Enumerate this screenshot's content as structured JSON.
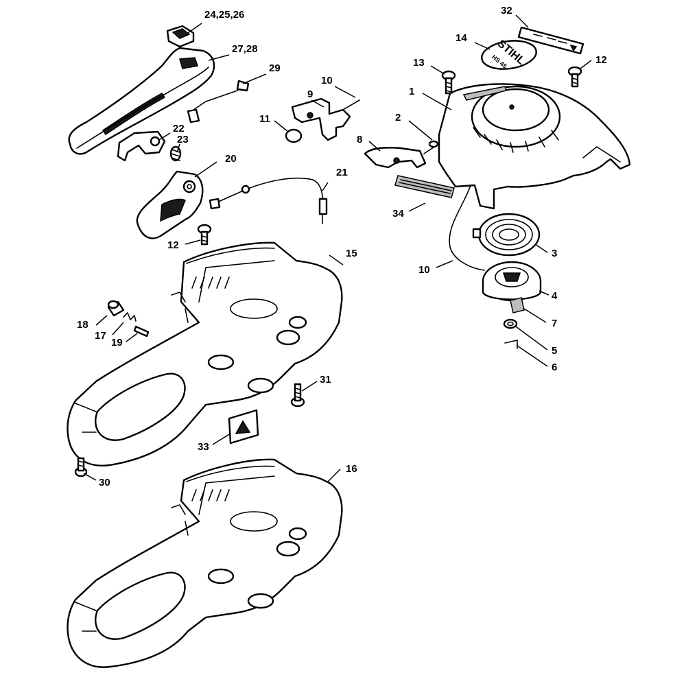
{
  "colors": {
    "line": "#000000",
    "paper": "#ffffff",
    "shade": "#bdbdbd"
  },
  "logo": {
    "brand": "STIHL",
    "model": "HS 45"
  },
  "callouts": {
    "c1": "1",
    "c2": "2",
    "c3": "3",
    "c4": "4",
    "c5": "5",
    "c6": "6",
    "c7": "7",
    "c8": "8",
    "c9": "9",
    "c10a": "10",
    "c10b": "10",
    "c11": "11",
    "c12a": "12",
    "c12b": "12",
    "c13": "13",
    "c14": "14",
    "c15": "15",
    "c16": "16",
    "c17": "17",
    "c18": "18",
    "c19": "19",
    "c20": "20",
    "c21": "21",
    "c22": "22",
    "c23": "23",
    "c24": "24,25,26",
    "c27": "27,28",
    "c29": "29",
    "c30": "30",
    "c31": "31",
    "c32": "32",
    "c33": "33",
    "c34": "34"
  }
}
